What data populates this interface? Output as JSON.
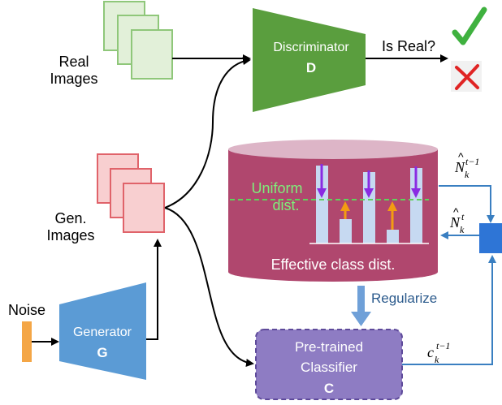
{
  "real_images": {
    "line1": "Real",
    "line2": "Images"
  },
  "gen_images": {
    "line1": "Gen.",
    "line2": "Images"
  },
  "noise": {
    "label": "Noise"
  },
  "generator": {
    "name": "Generator",
    "symbol": "G"
  },
  "discriminator": {
    "name": "Discriminator",
    "symbol": "D"
  },
  "is_real": {
    "label": "Is Real?"
  },
  "cylinder": {
    "uniform_line1": "Uniform",
    "uniform_line2": "dist.",
    "caption": "Effective class dist."
  },
  "regularize": {
    "label": "Regularize"
  },
  "classifier": {
    "line1": "Pre-trained",
    "line2": "Classifier",
    "symbol": "C"
  },
  "math": {
    "n_prev_base": "N",
    "n_prev_sub": "k",
    "n_prev_sup": "t−1",
    "n_cur_base": "N",
    "n_cur_sub": "k",
    "n_cur_sup": "t",
    "c_base": "c",
    "c_sub": "k",
    "c_sup": "t−1"
  },
  "colors": {
    "real_images_fill": "#e2f0d9",
    "real_images_stroke": "#8fc77a",
    "gen_images_fill": "#f8cfd0",
    "gen_images_stroke": "#e0636a",
    "discriminator": "#5a9e3e",
    "generator": "#5b9bd5",
    "noise": "#f4a646",
    "cylinder": "#b0476e",
    "cylinder_top": "#ddb5c7",
    "classifier": "#8e7cc3",
    "feedback_line": "#3a7fc1",
    "small_box": "#2e75d6",
    "check": "#3fb13f",
    "cross": "#e02424",
    "uniform_line": "#5fd35a",
    "down_arrow": "#8a2be2",
    "up_arrow": "#f39c12"
  }
}
